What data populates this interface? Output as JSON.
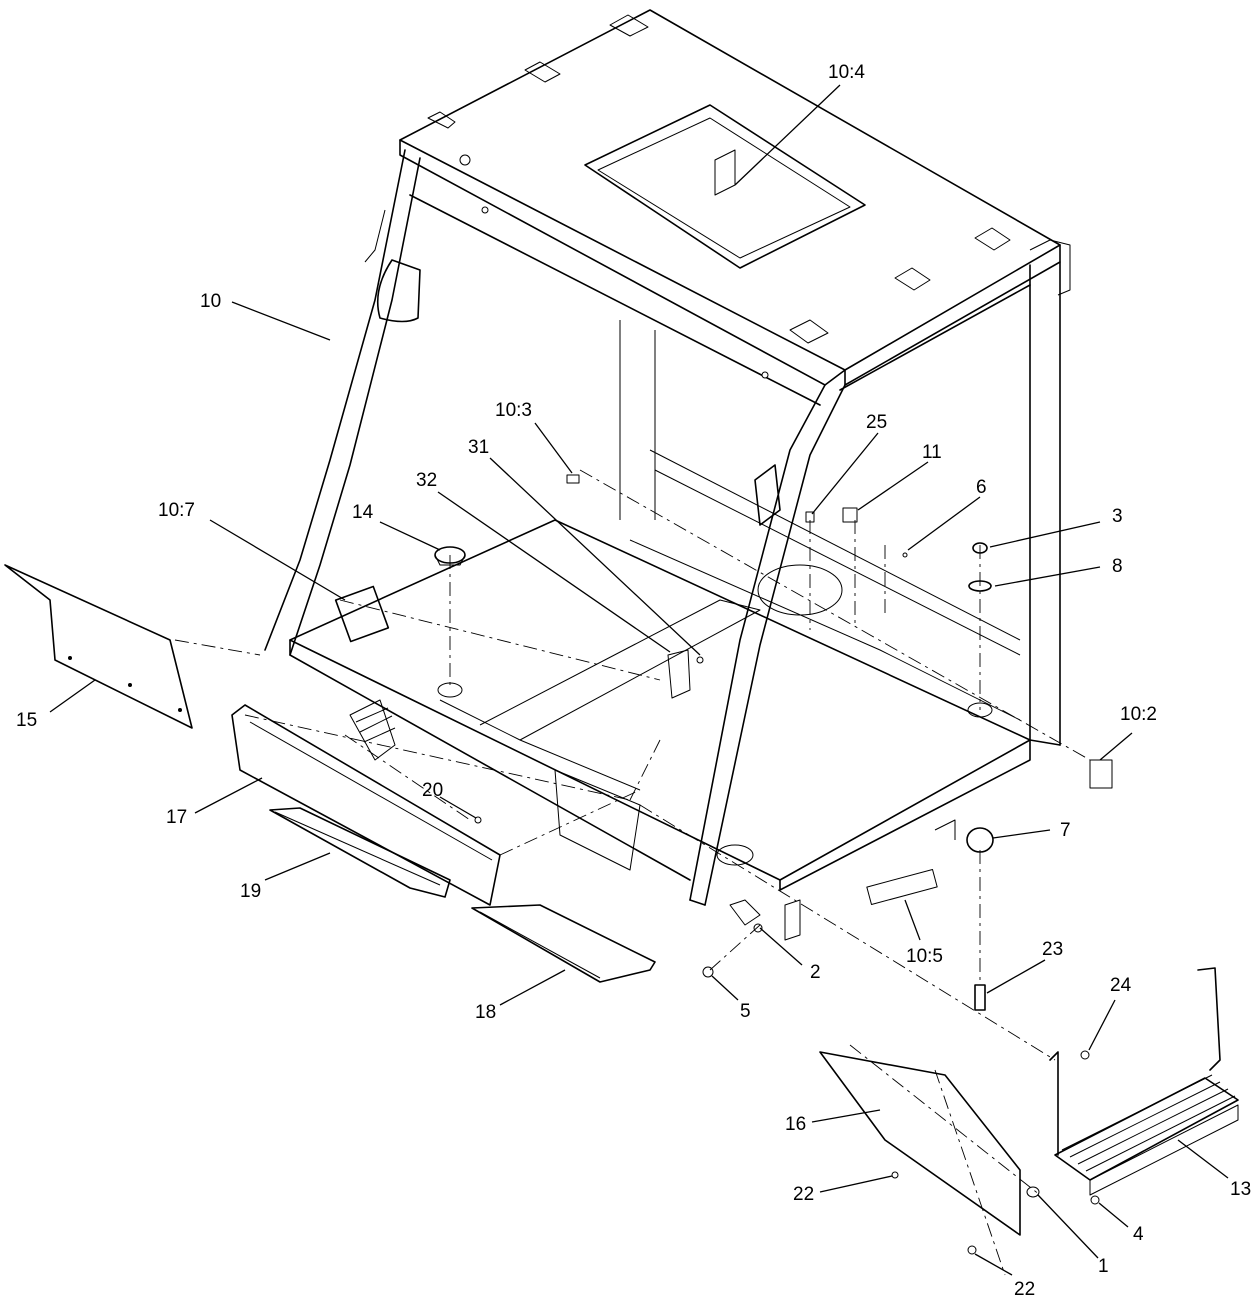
{
  "diagram": {
    "callouts": [
      {
        "id": "c-10-4",
        "label": "10:4"
      },
      {
        "id": "c-10",
        "label": "10"
      },
      {
        "id": "c-10-3",
        "label": "10:3"
      },
      {
        "id": "c-25",
        "label": "25"
      },
      {
        "id": "c-31",
        "label": "31"
      },
      {
        "id": "c-11",
        "label": "11"
      },
      {
        "id": "c-32",
        "label": "32"
      },
      {
        "id": "c-6",
        "label": "6"
      },
      {
        "id": "c-10-7",
        "label": "10:7"
      },
      {
        "id": "c-14",
        "label": "14"
      },
      {
        "id": "c-3",
        "label": "3"
      },
      {
        "id": "c-8",
        "label": "8"
      },
      {
        "id": "c-15",
        "label": "15"
      },
      {
        "id": "c-10-2",
        "label": "10:2"
      },
      {
        "id": "c-20",
        "label": "20"
      },
      {
        "id": "c-17",
        "label": "17"
      },
      {
        "id": "c-7",
        "label": "7"
      },
      {
        "id": "c-19",
        "label": "19"
      },
      {
        "id": "c-10-5",
        "label": "10:5"
      },
      {
        "id": "c-2",
        "label": "2"
      },
      {
        "id": "c-23",
        "label": "23"
      },
      {
        "id": "c-18",
        "label": "18"
      },
      {
        "id": "c-5",
        "label": "5"
      },
      {
        "id": "c-24",
        "label": "24"
      },
      {
        "id": "c-16",
        "label": "16"
      },
      {
        "id": "c-22a",
        "label": "22"
      },
      {
        "id": "c-13",
        "label": "13"
      },
      {
        "id": "c-4",
        "label": "4"
      },
      {
        "id": "c-1",
        "label": "1"
      },
      {
        "id": "c-22b",
        "label": "22"
      }
    ]
  }
}
